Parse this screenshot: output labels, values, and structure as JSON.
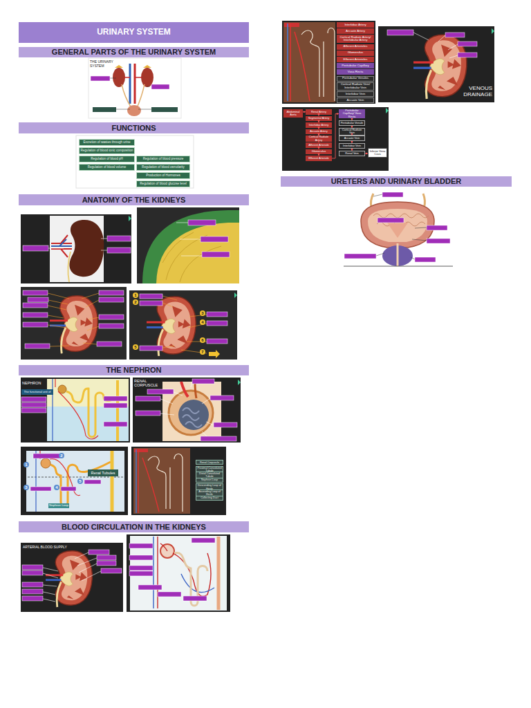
{
  "diagram": {
    "title": "URINARY SYSTEM",
    "nodes": [
      {
        "text": [
          "GENERAL PARTS OF THE URINARY SYSTEM"
        ]
      },
      {
        "text": [
          "FUNCTIONS"
        ]
      },
      {
        "text": [
          "Excretion of wastes through urine"
        ]
      },
      {
        "text": [
          "Regulation of blood ionic composition"
        ]
      },
      {
        "text": [
          "Regulation of blood pH"
        ]
      },
      {
        "text": [
          "Regulation of blood volume"
        ]
      },
      {
        "text": [
          "Regulation of blood pressure"
        ]
      },
      {
        "text": [
          "Regulation of blood osmolarity"
        ]
      },
      {
        "text": [
          "Production of Hormones"
        ]
      },
      {
        "text": [
          "Regulation of blood glucose level"
        ]
      },
      {
        "text": [
          "ANATOMY OF THE KIDNEYS"
        ]
      },
      {
        "text": [
          "1"
        ]
      },
      {
        "text": [
          "2"
        ]
      },
      {
        "text": [
          "3"
        ]
      },
      {
        "text": [
          "4"
        ]
      },
      {
        "text": [
          "5"
        ]
      },
      {
        "text": [
          "6"
        ]
      },
      {
        "text": [
          "7"
        ]
      },
      {
        "text": [
          "THE NEPHRON"
        ]
      },
      {
        "text": [
          "The functional unit of"
        ]
      },
      {
        "text": [
          "1"
        ]
      },
      {
        "text": [
          "2"
        ]
      },
      {
        "text": [
          "3"
        ]
      },
      {
        "text": [
          "4"
        ]
      },
      {
        "text": [
          "5"
        ]
      },
      {
        "text": [
          "Renal Tubules"
        ]
      },
      {
        "text": [
          "Nephron Loop"
        ]
      },
      {
        "text": [
          "Renal Corpuscle"
        ]
      },
      {
        "text": [
          "Proximal Convoluted Tubule"
        ]
      },
      {
        "text": [
          "Distal Convoluted Tubule"
        ]
      },
      {
        "text": [
          "Nephron Loop"
        ]
      },
      {
        "text": [
          "Descending Loop of Henle"
        ]
      },
      {
        "text": [
          "Ascending Loop of Henle"
        ]
      },
      {
        "text": [
          "Collecting Duct"
        ]
      },
      {
        "text": [
          "BLOOD CIRCULATION IN THE KIDNEYS"
        ]
      },
      {
        "text": [
          "Interlobar Artery"
        ]
      },
      {
        "text": [
          "Arcuate Artery"
        ]
      },
      {
        "text": [
          "Cortical Radiate Artery/ Interlobular Artery"
        ]
      },
      {
        "text": [
          "Afferent Arterioles"
        ]
      },
      {
        "text": [
          "Glomerulus"
        ]
      },
      {
        "text": [
          "Efferent Arterioles"
        ]
      },
      {
        "text": [
          "Peritubular Capillary"
        ]
      },
      {
        "text": [
          "Vasa Recta"
        ]
      },
      {
        "text": [
          "Peritubular Venules"
        ]
      },
      {
        "text": [
          "Cortical Radiate Vein/ Interlobular Vein"
        ]
      },
      {
        "text": [
          "Interlobar Vein"
        ]
      },
      {
        "text": [
          "Arcuate Vein"
        ]
      },
      {
        "text": [
          "Abdominal Aorta"
        ]
      },
      {
        "text": [
          "Renal Artery"
        ]
      },
      {
        "text": [
          "Segmental Artery"
        ]
      },
      {
        "text": [
          "Interlobar Artery"
        ]
      },
      {
        "text": [
          "Arcuate Artery"
        ]
      },
      {
        "text": [
          "Cortical Radiate Artery"
        ]
      },
      {
        "text": [
          "Afferent Arteriole"
        ]
      },
      {
        "text": [
          "Glomerulus"
        ]
      },
      {
        "text": [
          "Efferent Arteriole"
        ]
      },
      {
        "text": [
          "Peritubular Capillary/ Vasa Recta"
        ]
      },
      {
        "text": [
          "Peritubular Venule"
        ]
      },
      {
        "text": [
          "Cortical Radiate Vein"
        ]
      },
      {
        "text": [
          "Arcuate Vein"
        ]
      },
      {
        "text": [
          "Interlobar Vein"
        ]
      },
      {
        "text": [
          "Renal Vein"
        ]
      },
      {
        "text": [
          "Inferior Vena Cava"
        ]
      },
      {
        "text": [
          "URETERS AND URINARY BLADDER"
        ]
      }
    ],
    "edges": [
      {
        "from": 47,
        "to": 48,
        "arrow": "to"
      },
      {
        "from": 48,
        "to": 49,
        "arrow": "to"
      },
      {
        "from": 49,
        "to": 50,
        "arrow": "to"
      },
      {
        "from": 50,
        "to": 51,
        "arrow": "to"
      },
      {
        "from": 51,
        "to": 52,
        "arrow": "to"
      },
      {
        "from": 52,
        "to": 53,
        "arrow": "to"
      },
      {
        "from": 53,
        "to": 54,
        "arrow": "to"
      },
      {
        "from": 54,
        "to": 55,
        "arrow": "to"
      },
      {
        "from": 55,
        "to": 56,
        "arrow": "to"
      },
      {
        "from": 56,
        "to": 57,
        "arrow": "to"
      },
      {
        "from": 57,
        "to": 58,
        "arrow": "to"
      },
      {
        "from": 58,
        "to": 59,
        "arrow": "to"
      },
      {
        "from": 59,
        "to": 60,
        "arrow": "to"
      },
      {
        "from": 60,
        "to": 61,
        "arrow": "to"
      },
      {
        "from": 61,
        "to": 62,
        "arrow": "to"
      }
    ],
    "labels": [
      "THE URINARY SYSTEM",
      "NEPHRON",
      "RENAL CORPUSCLE",
      "ARTERIAL BLOOD SUPPLY",
      "VENOUS DRAINAGE"
    ]
  }
}
